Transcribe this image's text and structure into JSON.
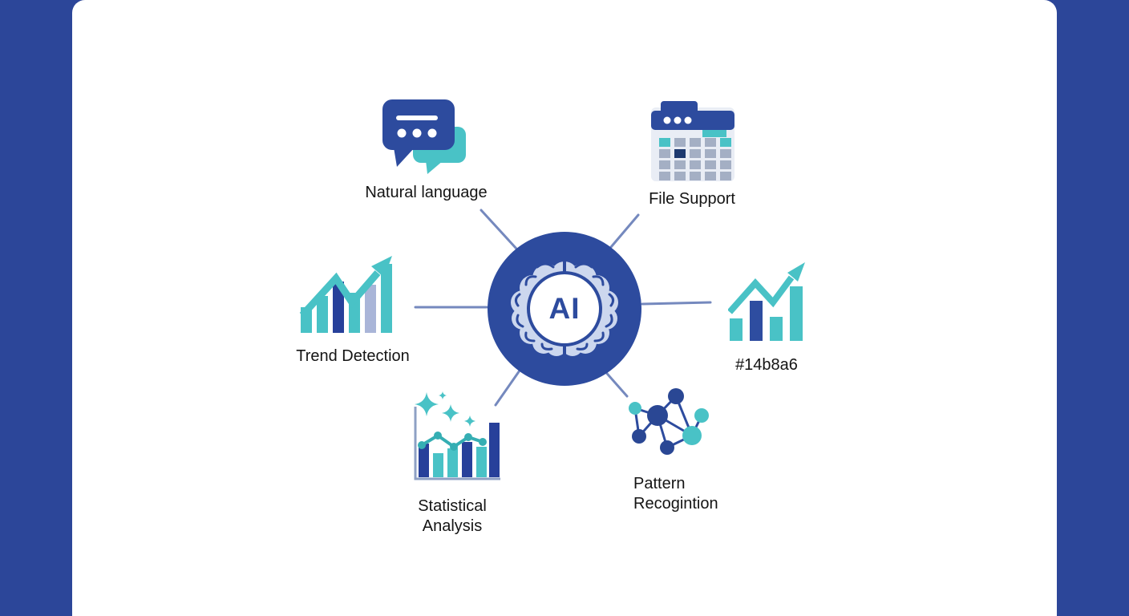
{
  "hub": {
    "label": "AI"
  },
  "features": [
    {
      "id": "natural-language",
      "icon": "chat-bubbles-icon",
      "label_lines": [
        "Natural language"
      ]
    },
    {
      "id": "file-support",
      "icon": "spreadsheet-grid-icon",
      "label_lines": [
        "File Support"
      ]
    },
    {
      "id": "trend-detection",
      "icon": "trend-arrow-chart-icon",
      "label_lines": [
        "Trend Detection"
      ]
    },
    {
      "id": "color-hex-label",
      "icon": "growth-arrow-chart-icon",
      "label_lines": [
        "#14b8a6"
      ]
    },
    {
      "id": "statistical-analysis",
      "icon": "sparkle-bar-chart-icon",
      "label_lines": [
        "Statistical",
        "Analysis"
      ]
    },
    {
      "id": "pattern-recognition",
      "icon": "network-graph-icon",
      "label_lines": [
        "Pattern",
        "Recogintion"
      ]
    }
  ],
  "colors": {
    "side_panel_blue": "#2c4699",
    "primary_blue": "#2d4b9e",
    "navy": "#27409a",
    "dark_cell_navy": "#1e3a70",
    "teal": "#49c2c6",
    "teal_dark": "#35aeb3",
    "periwinkle": "#a9b5d8",
    "grid_gray": "#a4afc4",
    "icon_bg_gray": "#e9edf5",
    "brain_fill": "#ccd7ee",
    "connector_line": "#7589be",
    "label_text": "#141414",
    "card_white": "#ffffff"
  }
}
